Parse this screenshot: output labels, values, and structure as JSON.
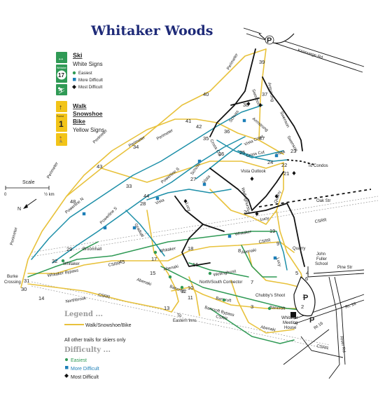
{
  "title": "Whitaker Woods",
  "sign_legend": {
    "ski_title": "Ski",
    "ski_subtitle": "White Signs",
    "ski_badge_number": "17",
    "ski_badge_text": "Whitaker",
    "easiest": "Easiest",
    "more_difficult": "More Difficult",
    "most_difficult": "Most Difficult",
    "walk_lines": [
      "Walk",
      "Snowshoe",
      "Bike"
    ],
    "walk_badge_number": "1",
    "walk_badge_text": "Forest",
    "yellow_signs": "Yellow Signs"
  },
  "scale": {
    "label": "Scale",
    "zero": "0",
    "half": "½ km"
  },
  "north": "N",
  "parking": "P",
  "roads": [
    "Kearsarge Rd",
    "Oak Str",
    "Pine Str",
    "Rt. 16",
    "River Rd",
    "Rt 16",
    "CSRR"
  ],
  "trail_labels": [
    "Perimeter",
    "Armstrong",
    "Swenson",
    "Schuss",
    "Vista Crest",
    "Vista",
    "Cross Cut",
    "Powerline S",
    "Powerline N",
    "Gradual",
    "Broomhall",
    "Whitaker",
    "Abenaki",
    "Wellinghurst",
    "Lucy",
    "Quarry",
    "Bancroft",
    "North/South Connector",
    "Chubby's Shoot",
    "Northbrook",
    "Whitaker Bypass",
    "Bancroft Bypass",
    "Vista Outlook"
  ],
  "places": {
    "burke": [
      "Burke",
      "Crossing"
    ],
    "condos": "To Condos",
    "eastern_inns": [
      "To",
      "Eastern Inns"
    ],
    "school": [
      "John",
      "Fuller",
      "School"
    ],
    "meeting_house": [
      "Whitaker",
      "Meeting",
      "House"
    ]
  },
  "junctions": [
    "1",
    "2",
    "3",
    "4",
    "5",
    "6",
    "7",
    "8",
    "9",
    "10",
    "11",
    "12",
    "13",
    "14",
    "15",
    "16",
    "17",
    "18",
    "19",
    "20",
    "21",
    "22",
    "23",
    "24",
    "25",
    "26",
    "27",
    "28",
    "29",
    "30",
    "31",
    "32",
    "33",
    "34",
    "35",
    "36",
    "37",
    "38",
    "39",
    "40",
    "41",
    "42",
    "43",
    "44",
    "45",
    "47",
    "48"
  ],
  "legend": {
    "title": "Legend ...",
    "walk_line": "Walk/Snowshoe/Bike",
    "others": "All other trails for skiers only",
    "difficulty": "Difficulty ...",
    "easiest": "Easiest",
    "more_difficult": "More Difficult",
    "most_difficult": "Most Difficult"
  },
  "colors": {
    "title": "#1e2a78",
    "walk_trail": "#e8c23c",
    "easiest": "#2f9a55",
    "more_difficult": "#1d7fb8",
    "most_difficult": "#111111"
  }
}
